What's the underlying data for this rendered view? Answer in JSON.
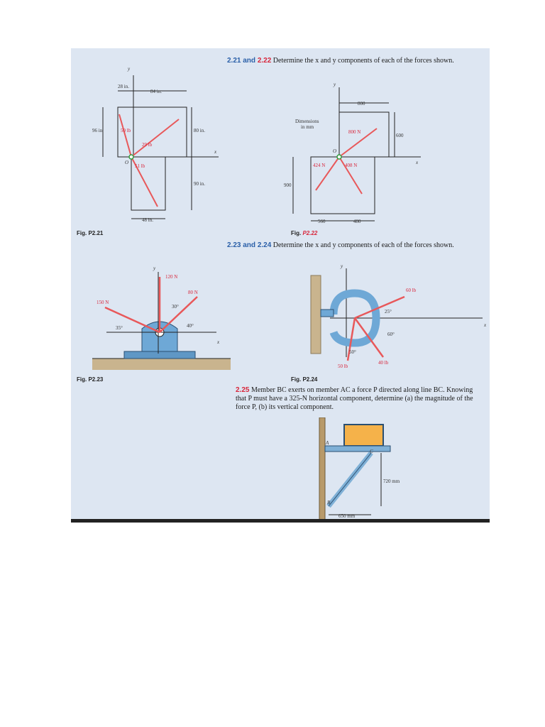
{
  "problems": {
    "p221": {
      "num_a": "2.21",
      "and": "and",
      "num_b": "2.22",
      "text": "Determine the x and y components of each of the forces shown."
    },
    "p223": {
      "num_a": "2.23",
      "and": "and",
      "num_b": "2.24",
      "text": "Determine the x and y components of each of the forces shown."
    },
    "p225": {
      "num": "2.25",
      "text": "Member BC exerts on member AC a force P directed along line BC. Knowing that P must have a 325-N horizontal component, determine (a) the magnitude of the force P, (b) its vertical component."
    }
  },
  "figures": {
    "f221": {
      "caption": "Fig. P2.21",
      "axis_x": "x",
      "axis_y": "y",
      "origin": "O",
      "dims": [
        "28 in.",
        "84 in.",
        "96 in.",
        "80 in.",
        "90 in.",
        "48 in."
      ],
      "forces": [
        "50 lb",
        "29 lb",
        "51 lb"
      ]
    },
    "f222": {
      "caption_prefix": "Fig.",
      "caption_id": "P2.22",
      "axis_x": "x",
      "axis_y": "y",
      "origin": "O",
      "note_line1": "Dimensions",
      "note_line2": "in mm",
      "dims": [
        "800",
        "600",
        "900",
        "560",
        "480"
      ],
      "forces": [
        "800 N",
        "424 N",
        "408 N"
      ]
    },
    "f223": {
      "caption": "Fig. P2.23",
      "axis_x": "x",
      "axis_y": "y",
      "forces": [
        "120 N",
        "80 N",
        "150 N"
      ],
      "angles": [
        "30°",
        "40°",
        "35°"
      ]
    },
    "f224": {
      "caption": "Fig. P2.24",
      "axis_x": "x",
      "axis_y": "y",
      "forces": [
        "60 lb",
        "50 lb",
        "40 lb"
      ],
      "angles": [
        "25°",
        "60°",
        "50°"
      ]
    },
    "f225": {
      "labels": [
        "A",
        "B",
        "C"
      ],
      "dims": [
        "720 mm",
        "650 mm"
      ]
    }
  },
  "colors": {
    "background": "#dde6f2",
    "accent_blue": "#2a5fa8",
    "accent_red": "#d8263b",
    "force_arrow": "#e8585a",
    "member_blue": "#7fb0d6",
    "crate": "#f5b24a"
  }
}
